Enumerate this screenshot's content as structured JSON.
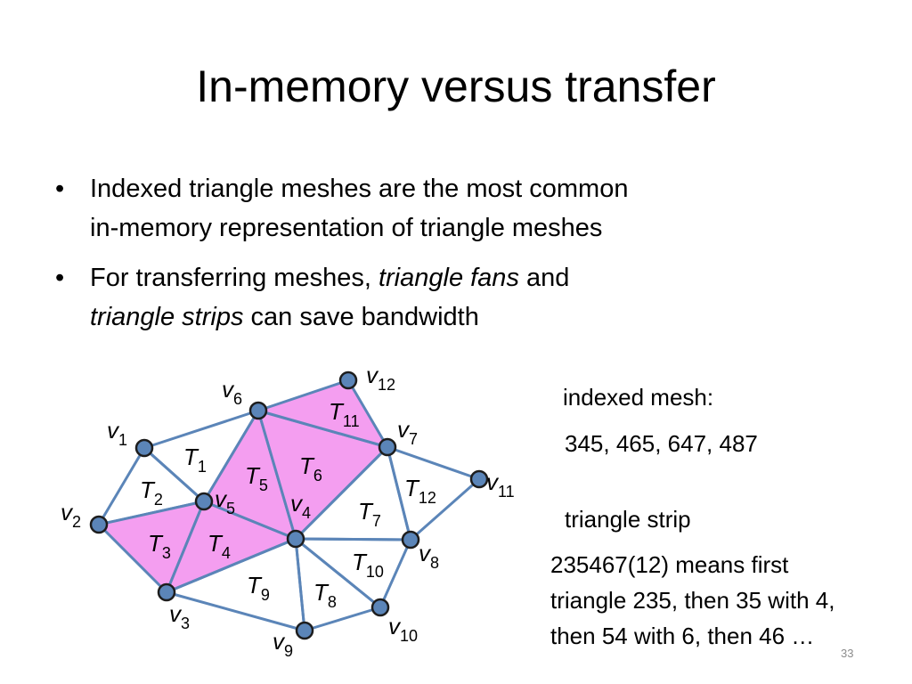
{
  "slide": {
    "title": "In-memory versus transfer",
    "bullet_symbol": "•",
    "bullets": [
      {
        "line1": "Indexed triangle meshes are the most common",
        "line2": "in-memory representation of triangle meshes"
      },
      {
        "line1_a": "For transferring meshes, ",
        "line1_b": "triangle fans",
        "line1_c": " and",
        "line2_a": "triangle strips",
        "line2_b": " can save bandwidth"
      }
    ],
    "indexed_mesh_label": "indexed mesh:",
    "indexed_mesh_value": "345, 465, 647, 487",
    "strip_label": "triangle strip",
    "strip_lines": [
      "235467(12)  means first",
      "triangle 235, then 35 with 4,",
      "then 54 with 6, then 46 …"
    ],
    "slide_number": "33"
  },
  "diagram": {
    "colors": {
      "edge": "#5b85b8",
      "fill": "#f49ef0",
      "vertex": "#5b85b8",
      "vertex_stroke": "#1d1d1d"
    },
    "vertices": [
      {
        "id": "v1",
        "var": "v",
        "sub": "1"
      },
      {
        "id": "v2",
        "var": "v",
        "sub": "2"
      },
      {
        "id": "v3",
        "var": "v",
        "sub": "3"
      },
      {
        "id": "v4",
        "var": "v",
        "sub": "4"
      },
      {
        "id": "v5",
        "var": "v",
        "sub": "5"
      },
      {
        "id": "v6",
        "var": "v",
        "sub": "6"
      },
      {
        "id": "v7",
        "var": "v",
        "sub": "7"
      },
      {
        "id": "v8",
        "var": "v",
        "sub": "8"
      },
      {
        "id": "v9",
        "var": "v",
        "sub": "9"
      },
      {
        "id": "v10",
        "var": "v",
        "sub": "10"
      },
      {
        "id": "v11",
        "var": "v",
        "sub": "11"
      },
      {
        "id": "v12",
        "var": "v",
        "sub": "12"
      }
    ],
    "triangles": [
      {
        "id": "T1",
        "var": "T",
        "sub": "1",
        "verts": [
          "v1",
          "v2",
          "v5"
        ],
        "highlighted": false
      },
      {
        "id": "T2",
        "var": "T",
        "sub": "2",
        "verts": [
          "v1",
          "v5",
          "v6"
        ],
        "highlighted": false
      },
      {
        "id": "T3",
        "var": "T",
        "sub": "3",
        "verts": [
          "v2",
          "v3",
          "v5"
        ],
        "highlighted": true
      },
      {
        "id": "T4",
        "var": "T",
        "sub": "4",
        "verts": [
          "v3",
          "v4",
          "v5"
        ],
        "highlighted": true
      },
      {
        "id": "T5",
        "var": "T",
        "sub": "5",
        "verts": [
          "v4",
          "v5",
          "v6"
        ],
        "highlighted": true
      },
      {
        "id": "T6",
        "var": "T",
        "sub": "6",
        "verts": [
          "v4",
          "v6",
          "v7"
        ],
        "highlighted": true
      },
      {
        "id": "T7",
        "var": "T",
        "sub": "7",
        "verts": [
          "v4",
          "v7",
          "v8"
        ],
        "highlighted": false
      },
      {
        "id": "T8",
        "var": "T",
        "sub": "8",
        "verts": [
          "v4",
          "v8",
          "v10"
        ],
        "highlighted": false
      },
      {
        "id": "T9",
        "var": "T",
        "sub": "9",
        "verts": [
          "v3",
          "v4",
          "v9"
        ],
        "highlighted": false
      },
      {
        "id": "T10",
        "var": "T",
        "sub": "10",
        "verts": [
          "v4",
          "v9",
          "v10"
        ],
        "highlighted": false
      },
      {
        "id": "T11",
        "var": "T",
        "sub": "11",
        "verts": [
          "v6",
          "v7",
          "v12"
        ],
        "highlighted": true
      },
      {
        "id": "T12",
        "var": "T",
        "sub": "12",
        "verts": [
          "v7",
          "v8",
          "v11"
        ],
        "highlighted": false
      }
    ]
  }
}
